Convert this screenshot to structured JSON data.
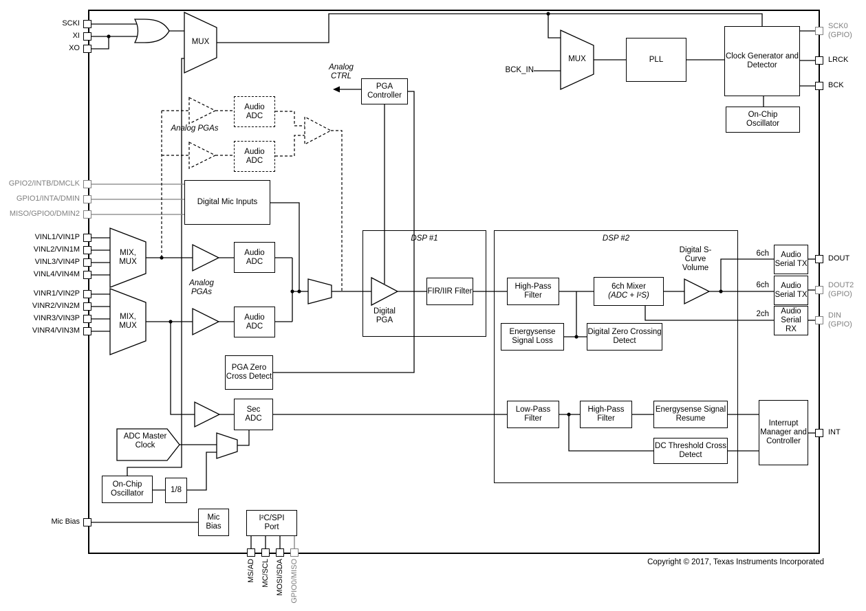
{
  "chip": {
    "copyright": "Copyright © 2017, Texas Instruments Incorporated"
  },
  "colors": {
    "gray": "#7f7f7f",
    "line": "#000000"
  },
  "pins": {
    "left": {
      "scki": "SCKI",
      "xi": "XI",
      "xo": "XO",
      "gpio2": "GPIO2/INTB/DMCLK",
      "gpio1": "GPIO1/INTA/DMIN",
      "miso": "MISO/GPIO0/DMIN2",
      "vinl1": "VINL1/VIN1P",
      "vinl2": "VINL2/VIN1M",
      "vinl3": "VINL3/VIN4P",
      "vinl4": "VINL4/VIN4M",
      "vinr1": "VINR1/VIN2P",
      "vinr2": "VINR2/VIN2M",
      "vinr3": "VINR3/VIN3P",
      "vinr4": "VINR4/VIN3M",
      "micbias": "Mic Bias"
    },
    "right": {
      "sck0": "SCK0 (GPIO)",
      "lrck": "LRCK",
      "bck": "BCK",
      "dout": "DOUT",
      "dout2": "DOUT2 (GPIO)",
      "din": "DIN (GPIO)",
      "int": "INT"
    },
    "bottom": {
      "msad": "MS/AD",
      "mcscl": "MC/SCL",
      "mosisda": "MOSI/SDA",
      "gpio0": "GPIO0/MISO"
    }
  },
  "blocks": {
    "mux_left": "MUX",
    "mux_right": "MUX",
    "pga_controller": "PGA Controller",
    "audio_adc_dash1": "Audio ADC",
    "audio_adc_dash2": "Audio ADC",
    "digital_mic": "Digital Mic Inputs",
    "mixmux1": "MIX, MUX",
    "mixmux2": "MIX, MUX",
    "audio_adc1": "Audio ADC",
    "audio_adc2": "Audio ADC",
    "pga_zero_cross": "PGA Zero Cross Detect",
    "sec_adc": "Sec ADC",
    "adc_master_clock": "ADC Master Clock",
    "onchip_osc_left": "On-Chip Oscillator",
    "one_eighth": "1/8",
    "mic_bias": "Mic Bias",
    "i2c_spi": "I²C/SPI Port",
    "digital_pga": "Digital PGA",
    "fir_iir": "FIR/IIR Filter",
    "hpf1": "High-Pass Filter",
    "mixer_title": "6ch Mixer",
    "mixer_sub": "(ADC + I²S)",
    "scurve": "Digital S-Curve Volume",
    "es_loss": "Energysense Signal Loss",
    "dzc": "Digital Zero Crossing Detect",
    "lpf": "Low-Pass Filter",
    "hpf2": "High-Pass Filter",
    "es_resume": "Energysense Signal Resume",
    "dc_threshold": "DC Threshold Cross Detect",
    "pll": "PLL",
    "clock_gen": "Clock Generator and Detector",
    "onchip_osc_right": "On-Chip Oscillator",
    "tx1": "Audio Serial TX",
    "tx2": "Audio Serial TX",
    "rx": "Audio Serial RX",
    "interrupt_mgr": "Interrupt Manager and Controller"
  },
  "annotations": {
    "analog_pgas_top": "Analog PGAs",
    "analog_pgas_mid": "Analog PGAs",
    "analog_ctrl": "Analog CTRL",
    "dsp1": "DSP #1",
    "dsp2": "DSP #2",
    "bck_in": "BCK_IN",
    "ch6_top": "6ch",
    "ch6_mid": "6ch",
    "ch2": "2ch"
  }
}
